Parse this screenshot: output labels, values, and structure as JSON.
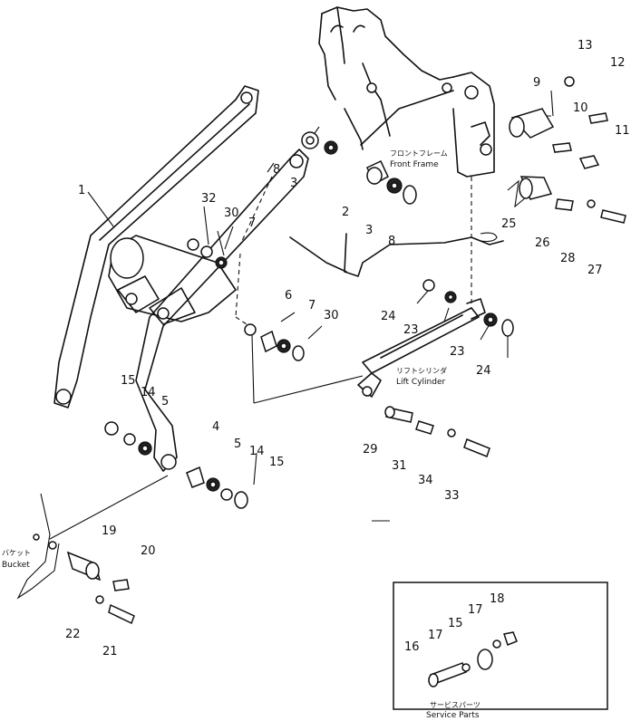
{
  "part_numbers": [
    "1",
    "2",
    "3",
    "3",
    "4",
    "5",
    "5",
    "6",
    "7",
    "7",
    "8",
    "8",
    "9",
    "10",
    "11",
    "12",
    "13",
    "14",
    "14",
    "15",
    "15",
    "15",
    "16",
    "17",
    "17",
    "18",
    "19",
    "20",
    "21",
    "22",
    "23",
    "23",
    "24",
    "24",
    "25",
    "26",
    "27",
    "28",
    "29",
    "30",
    "30",
    "31",
    "32",
    "33",
    "34"
  ],
  "labels": {
    "front_frame_jp": "フロントフレーム",
    "front_frame_en": "Front  Frame",
    "lift_cylinder_jp": "リフトシリンダ",
    "lift_cylinder_en": "Lift Cylinder",
    "bucket_jp": "バケット",
    "bucket_en": "Bucket",
    "service_parts_jp": "サービスパーツ",
    "service_parts_en": "Service  Parts"
  }
}
